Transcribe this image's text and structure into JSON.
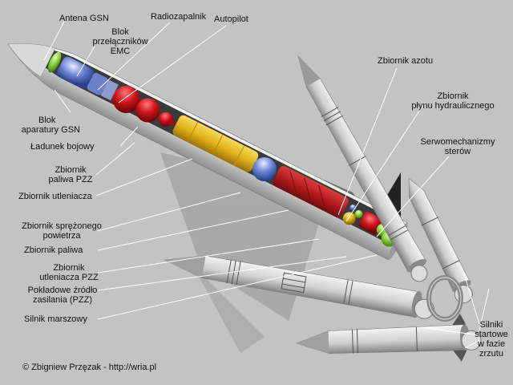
{
  "labels": {
    "antena_gsn": "Antena GSN",
    "radiozapalnik": "Radiozapalnik",
    "autopilot": "Autopilot",
    "blok_emc_1": "Blok",
    "blok_emc_2": "przełączników",
    "blok_emc_3": "EMC",
    "blok_gsn_1": "Blok",
    "blok_gsn_2": "aparatury GSN",
    "ladunek": "Ładunek bojowy",
    "paliwo_pzz_1": "Zbiornik",
    "paliwo_pzz_2": "paliwa PZZ",
    "utleniacza": "Zbiornik utleniacza",
    "powietrza_1": "Zbiornik sprężonego",
    "powietrza_2": "powietrza",
    "paliwa": "Zbiornik paliwa",
    "utl_pzz_1": "Zbiornik",
    "utl_pzz_2": "utleniacza PZZ",
    "zrodlo_1": "Pokładowe źródło",
    "zrodlo_2": "zasilania (PZZ)",
    "silnik": "Silnik marszowy",
    "azotu": "Zbiornik azotu",
    "hydr_1": "Zbiornik",
    "hydr_2": "płynu hydraulicznego",
    "serwo_1": "Serwomechanizmy",
    "serwo_2": "sterów",
    "startowe_1": "Silniki",
    "startowe_2": "startowe",
    "startowe_3": "w fazie",
    "startowe_4": "zrzutu"
  },
  "credit": "© Zbigniew Przęzak - http://wria.pl",
  "colors": {
    "background": "#c3c3c3",
    "body": "#e6e6e6",
    "cutaway": "#3a3a3a",
    "warhead_red": "#c8141e",
    "tank_yellow": "#e2b21c",
    "tank_red": "#b31b1e",
    "blue_unit": "#4866b8",
    "green_unit": "#8ed23e",
    "leader": "#ffffff"
  }
}
